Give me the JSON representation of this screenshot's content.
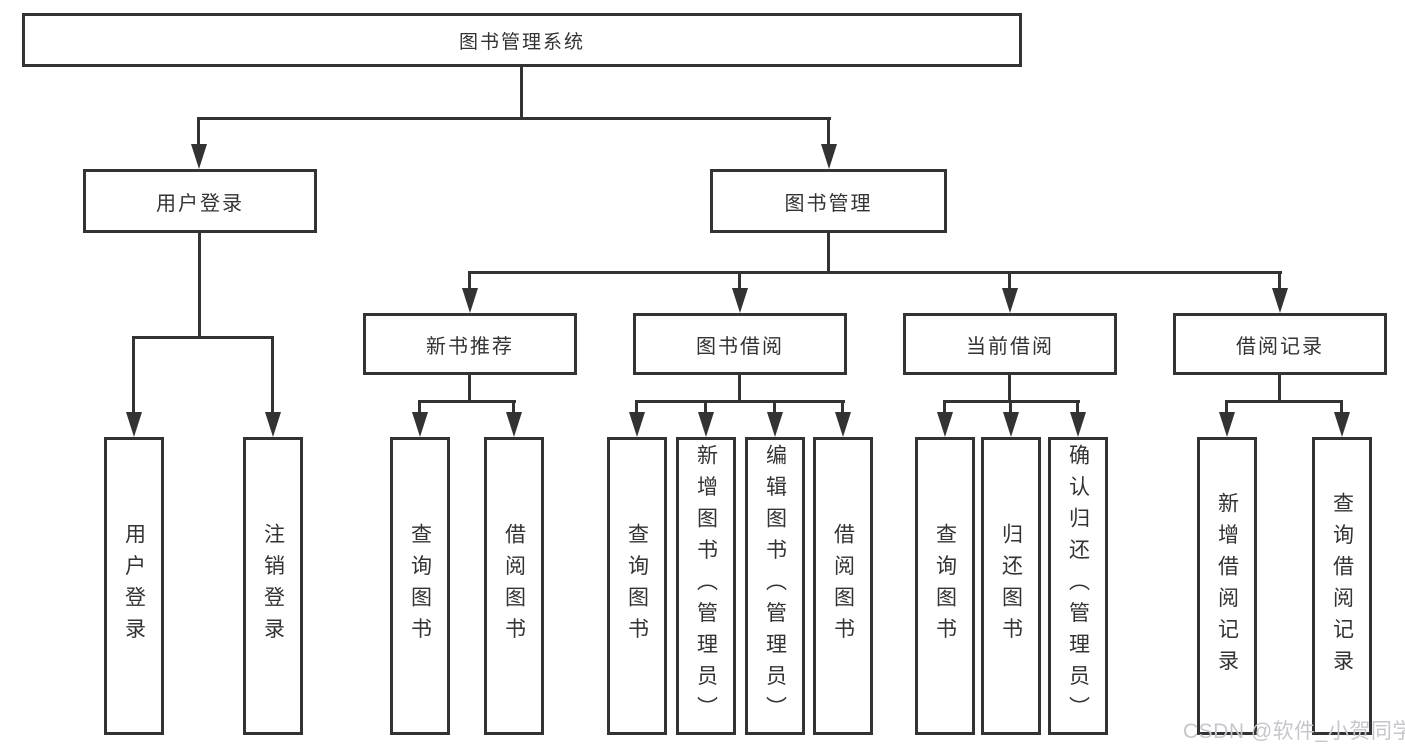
{
  "diagram": {
    "root": {
      "label": "图书管理系统"
    },
    "branches": [
      {
        "label": "用户登录",
        "children": [
          {
            "label": "用户登录"
          },
          {
            "label": "注销登录"
          }
        ]
      },
      {
        "label": "图书管理",
        "children": [
          {
            "label": "新书推荐",
            "children": [
              {
                "label": "查询图书"
              },
              {
                "label": "借阅图书"
              }
            ]
          },
          {
            "label": "图书借阅",
            "children": [
              {
                "label": "查询图书"
              },
              {
                "label": "新增图书（管理员）"
              },
              {
                "label": "编辑图书（管理员）"
              },
              {
                "label": "借阅图书"
              }
            ]
          },
          {
            "label": "当前借阅",
            "children": [
              {
                "label": "查询图书"
              },
              {
                "label": "归还图书"
              },
              {
                "label": "确认归还（管理员）"
              }
            ]
          },
          {
            "label": "借阅记录",
            "children": [
              {
                "label": "新增借阅记录"
              },
              {
                "label": "查询借阅记录"
              }
            ]
          }
        ]
      }
    ],
    "colors": {
      "line": "#333333",
      "text": "#333333",
      "background": "#ffffff",
      "watermark": "#c6c6ce"
    }
  },
  "watermark": {
    "text": "CSDN @软件_小贺同学"
  }
}
